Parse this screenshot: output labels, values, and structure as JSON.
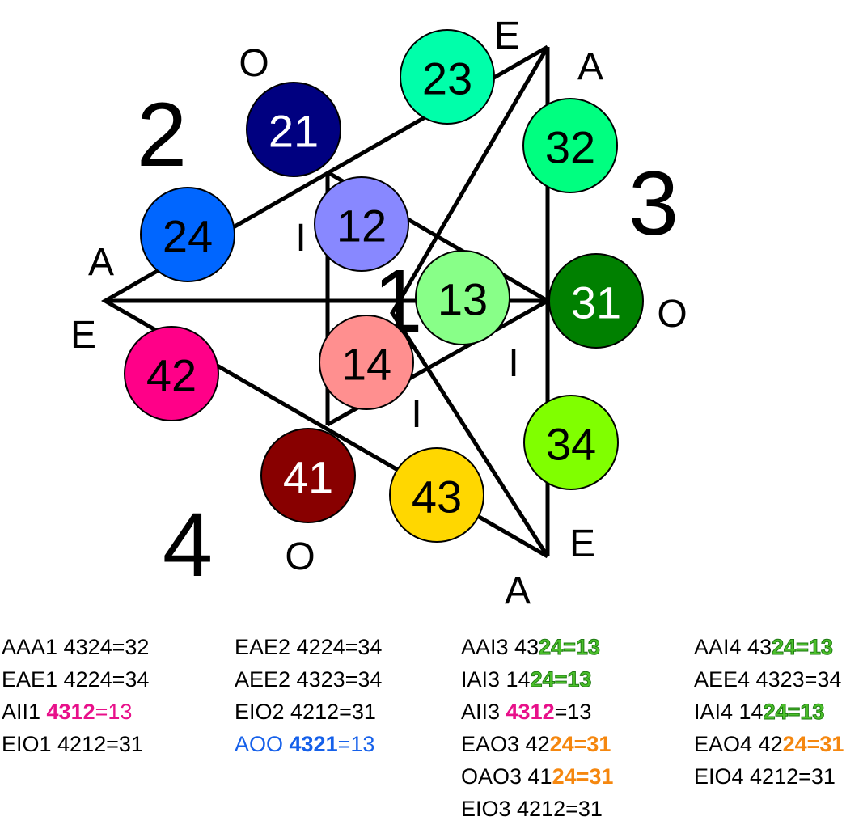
{
  "diagram": {
    "region_numbers": {
      "r1": "1",
      "r2": "2",
      "r3": "3",
      "r4": "4"
    },
    "vertex_letters": {
      "top_E": "E",
      "top_A": "A",
      "left_A": "A",
      "left_E": "E",
      "right_O": "O",
      "bottom_E": "E",
      "bottom_A": "A",
      "O_21": "O",
      "O_41": "O",
      "I_12": "I",
      "I_14": "I",
      "I_13": "I"
    },
    "nodes": [
      {
        "id": "21",
        "label": "21",
        "color": "#000080",
        "text_color": "#ffffff"
      },
      {
        "id": "23",
        "label": "23",
        "color": "#00ffaa",
        "text_color": "#000000"
      },
      {
        "id": "32",
        "label": "32",
        "color": "#00ff80",
        "text_color": "#000000"
      },
      {
        "id": "24",
        "label": "24",
        "color": "#0066ff",
        "text_color": "#000000"
      },
      {
        "id": "12",
        "label": "12",
        "color": "#8888ff",
        "text_color": "#000000"
      },
      {
        "id": "13",
        "label": "13",
        "color": "#88ff88",
        "text_color": "#000000"
      },
      {
        "id": "31",
        "label": "31",
        "color": "#008000",
        "text_color": "#ffffff"
      },
      {
        "id": "14",
        "label": "14",
        "color": "#ff8f8f",
        "text_color": "#000000"
      },
      {
        "id": "42",
        "label": "42",
        "color": "#ff0088",
        "text_color": "#000000"
      },
      {
        "id": "34",
        "label": "34",
        "color": "#80ff00",
        "text_color": "#000000"
      },
      {
        "id": "41",
        "label": "41",
        "color": "#880000",
        "text_color": "#ffffff"
      },
      {
        "id": "43",
        "label": "43",
        "color": "#ffd700",
        "text_color": "#000000"
      }
    ]
  },
  "syllogisms": {
    "col1": [
      {
        "name": "AAA1 ",
        "a": "4324=32"
      },
      {
        "name": "EAE1 ",
        "a": "4224=34"
      },
      {
        "name": "AII1 ",
        "a": "4312",
        "b": "=13"
      },
      {
        "name": "EIO1 ",
        "a": "4212=31"
      }
    ],
    "col2": [
      {
        "name": "EAE2 ",
        "a": "4224=34"
      },
      {
        "name": "AEE2 ",
        "a": "4323=34"
      },
      {
        "name": "EIO2 ",
        "a": "4212=31"
      },
      {
        "name": "AOO ",
        "a": "4321",
        "b": "=13"
      }
    ],
    "col3": [
      {
        "name": "AAI3 ",
        "a": "43",
        "b": "24=13"
      },
      {
        "name": "IAI3 ",
        "a": "14",
        "b": "24=13"
      },
      {
        "name": "AII3 ",
        "a": "4312",
        "b": "=13"
      },
      {
        "name": "EAO3 ",
        "a": "42",
        "b": "24=31"
      },
      {
        "name": "OAO3 ",
        "a": "41",
        "b": "24=31"
      },
      {
        "name": "EIO3 ",
        "a": "4212=31"
      }
    ],
    "col4": [
      {
        "name": "AAI4 ",
        "a": "43",
        "b": "24=13"
      },
      {
        "name": "AEE4 ",
        "a": "4323=34"
      },
      {
        "name": "IAI4 ",
        "a": "14",
        "b": "24=13"
      },
      {
        "name": "EAO4 ",
        "a": "42",
        "b": "24=31"
      },
      {
        "name": "EIO4 ",
        "a": "4212=31"
      }
    ]
  }
}
